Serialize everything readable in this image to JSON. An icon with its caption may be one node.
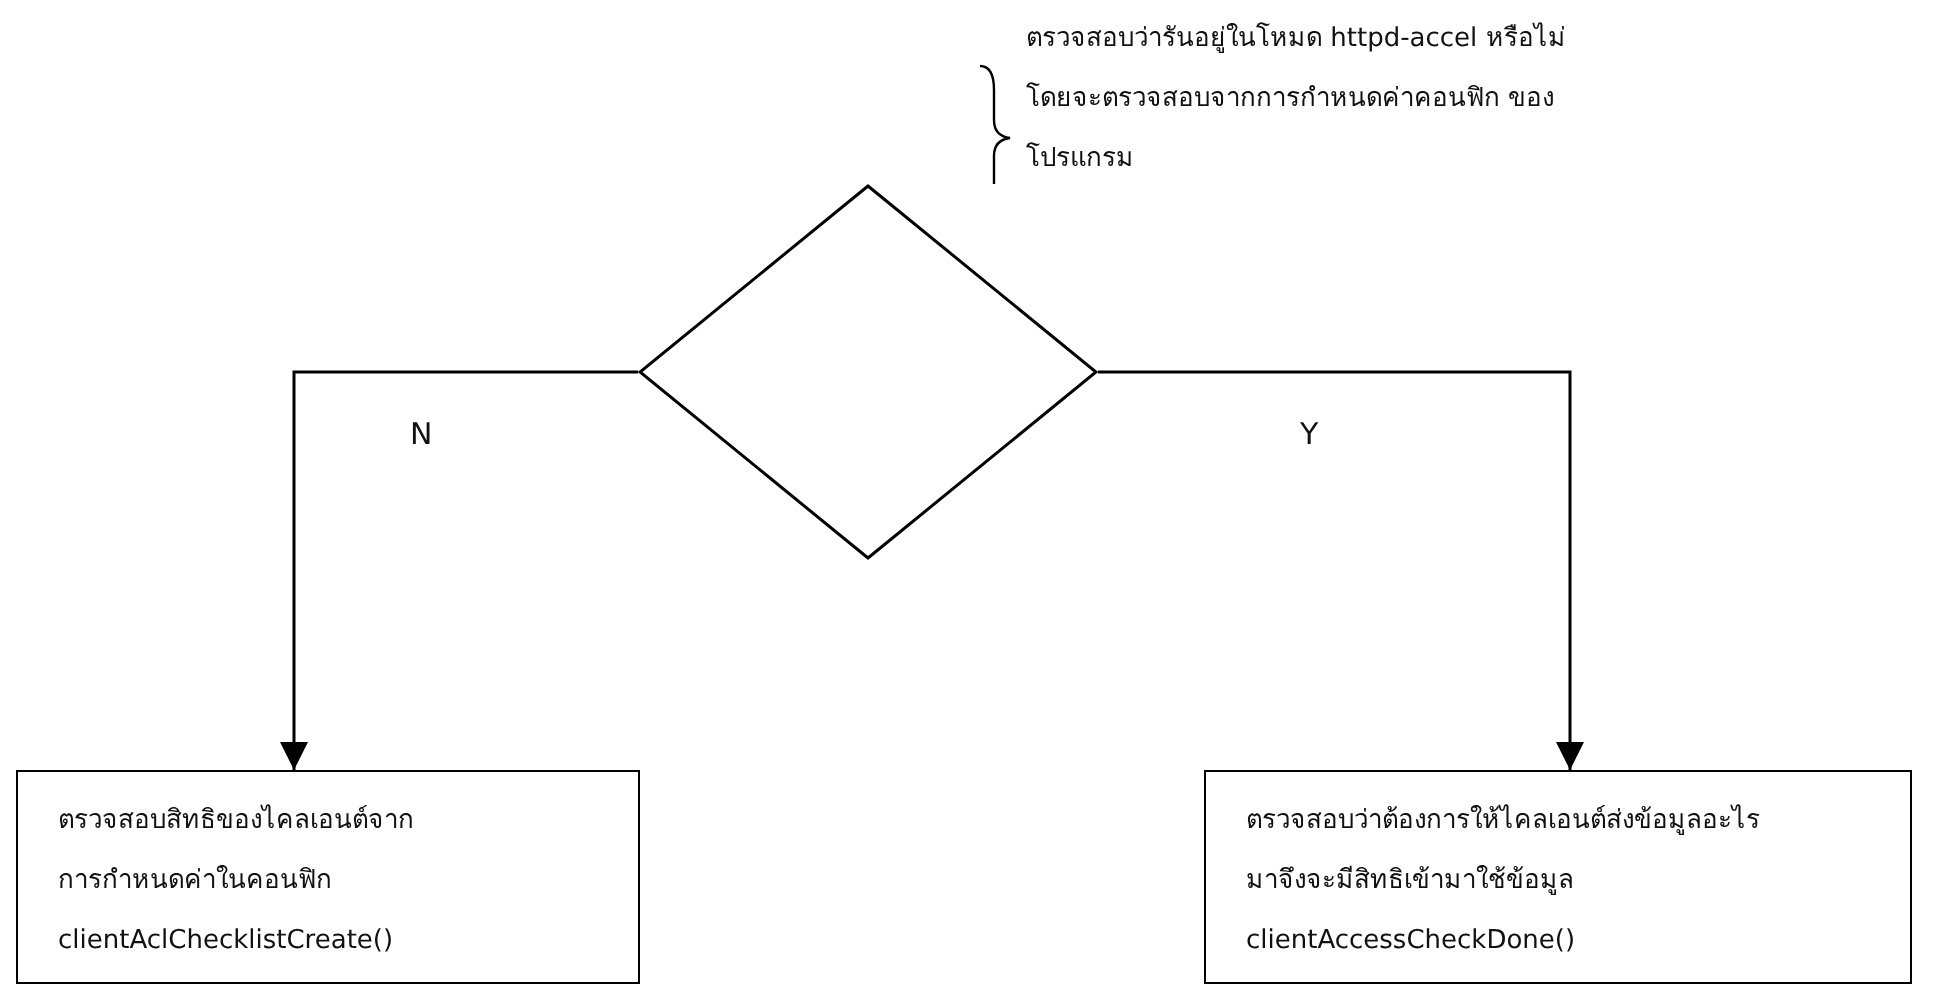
{
  "diagram": {
    "nodes": [
      {
        "text": [],
        "shape": "diamond"
      },
      {
        "text": [
          "ตรวจสอบสิทธิของไคลเอนต์จากการกำหนดค่าในคอนฟิก",
          "clientAclChecklistCreate()"
        ]
      },
      {
        "text": [
          "ตรวจสอบว่าต้องการให้ไคลเอนต์ส่งข้อมูลอะไรมาจึงจะมีสิทธิเข้ามาใช้ข้อมูล",
          "clientAccessCheckDone()"
        ]
      }
    ],
    "edges": [
      {
        "from": 0,
        "to": 1,
        "arrow": "to",
        "label": "N"
      },
      {
        "from": 0,
        "to": 2,
        "arrow": "to",
        "label": "Y"
      }
    ],
    "labels": [
      "ตรวจสอบว่ารันอยู่ในโหมด httpd-accel หรือไม่ โดยจะตรวจสอบจากการกำหนดค่าคอนฟิก ของโปรแกรม"
    ]
  }
}
